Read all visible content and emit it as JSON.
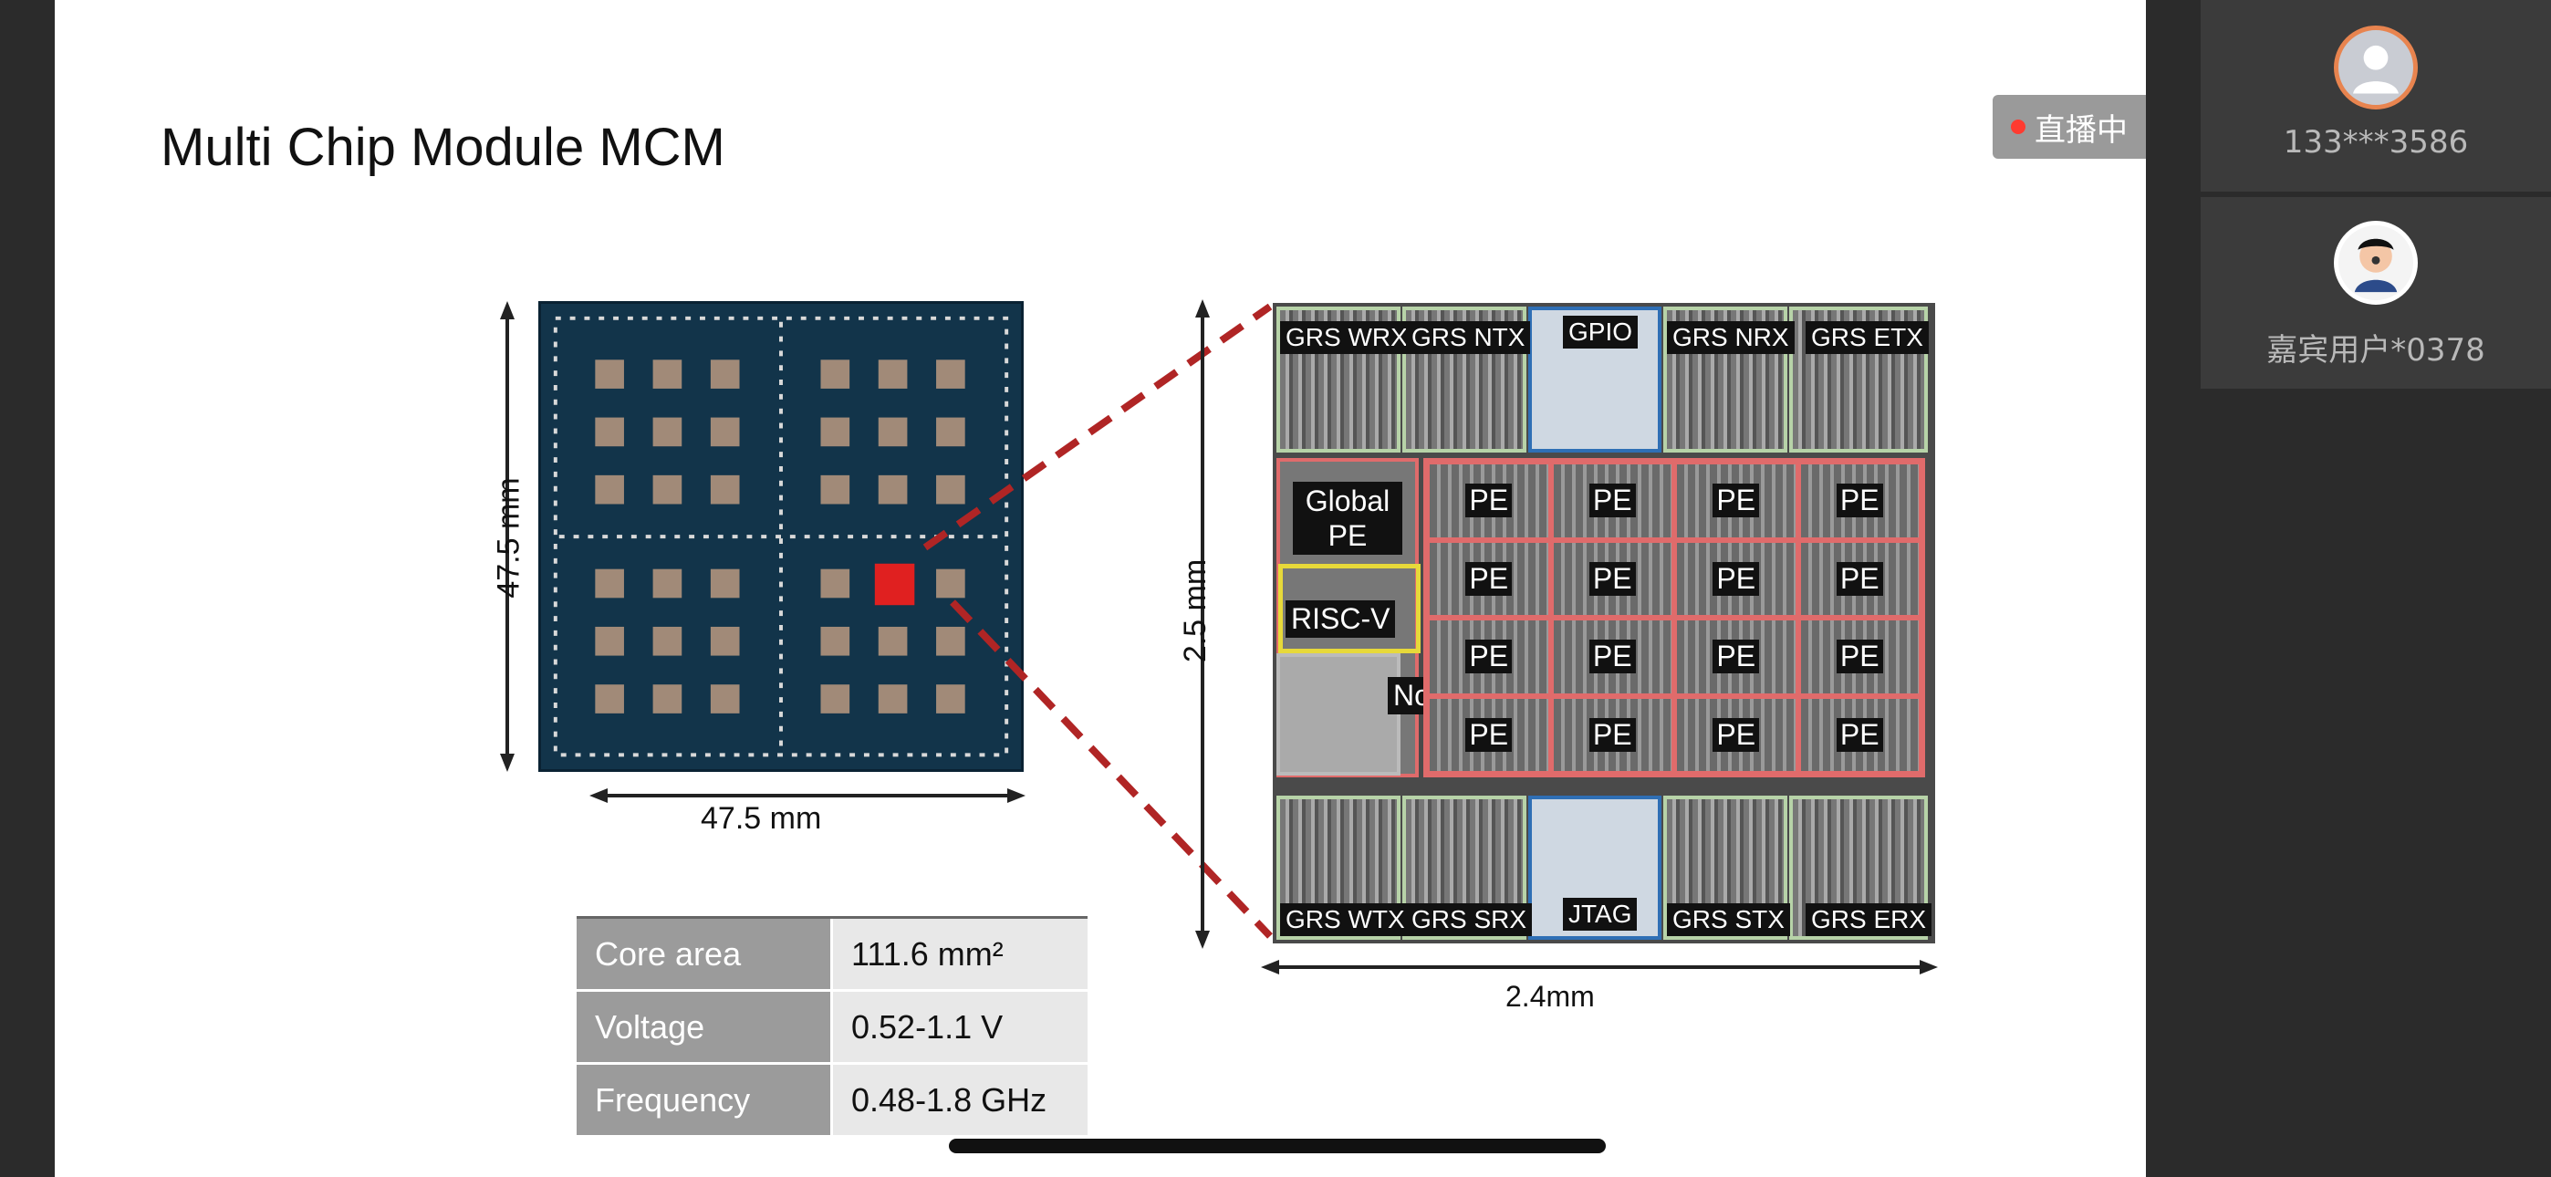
{
  "slide": {
    "title": "Multi Chip Module MCM"
  },
  "live_status": {
    "label": "直播中",
    "dot_color": "#ff3b30"
  },
  "participants": [
    {
      "name": "133***3586",
      "avatar_icon": "default-user-avatar"
    },
    {
      "name": "嘉宾用户*0378",
      "avatar_icon": "cartoon-user-avatar"
    }
  ],
  "figure": {
    "package_height": "47.5 mm",
    "package_width": "47.5 mm",
    "die_height": "2.5 mm",
    "die_width": "2.4mm",
    "die_labels": {
      "top": [
        "GRS WRX",
        "GRS NTX",
        "GPIO",
        "GRS NRX",
        "GRS ETX"
      ],
      "bottom": [
        "GRS WTX",
        "GRS SRX",
        "JTAG",
        "GRS STX",
        "GRS ERX"
      ],
      "global_pe": "Global PE",
      "riscv": "RISC-V",
      "nop": "NoP",
      "pe": "PE"
    }
  },
  "spec_table": {
    "rows": [
      {
        "key": "Core area",
        "value": "111.6 mm²"
      },
      {
        "key": "Voltage",
        "value": "0.52-1.1 V"
      },
      {
        "key": "Frequency",
        "value": "0.48-1.8 GHz"
      }
    ]
  }
}
